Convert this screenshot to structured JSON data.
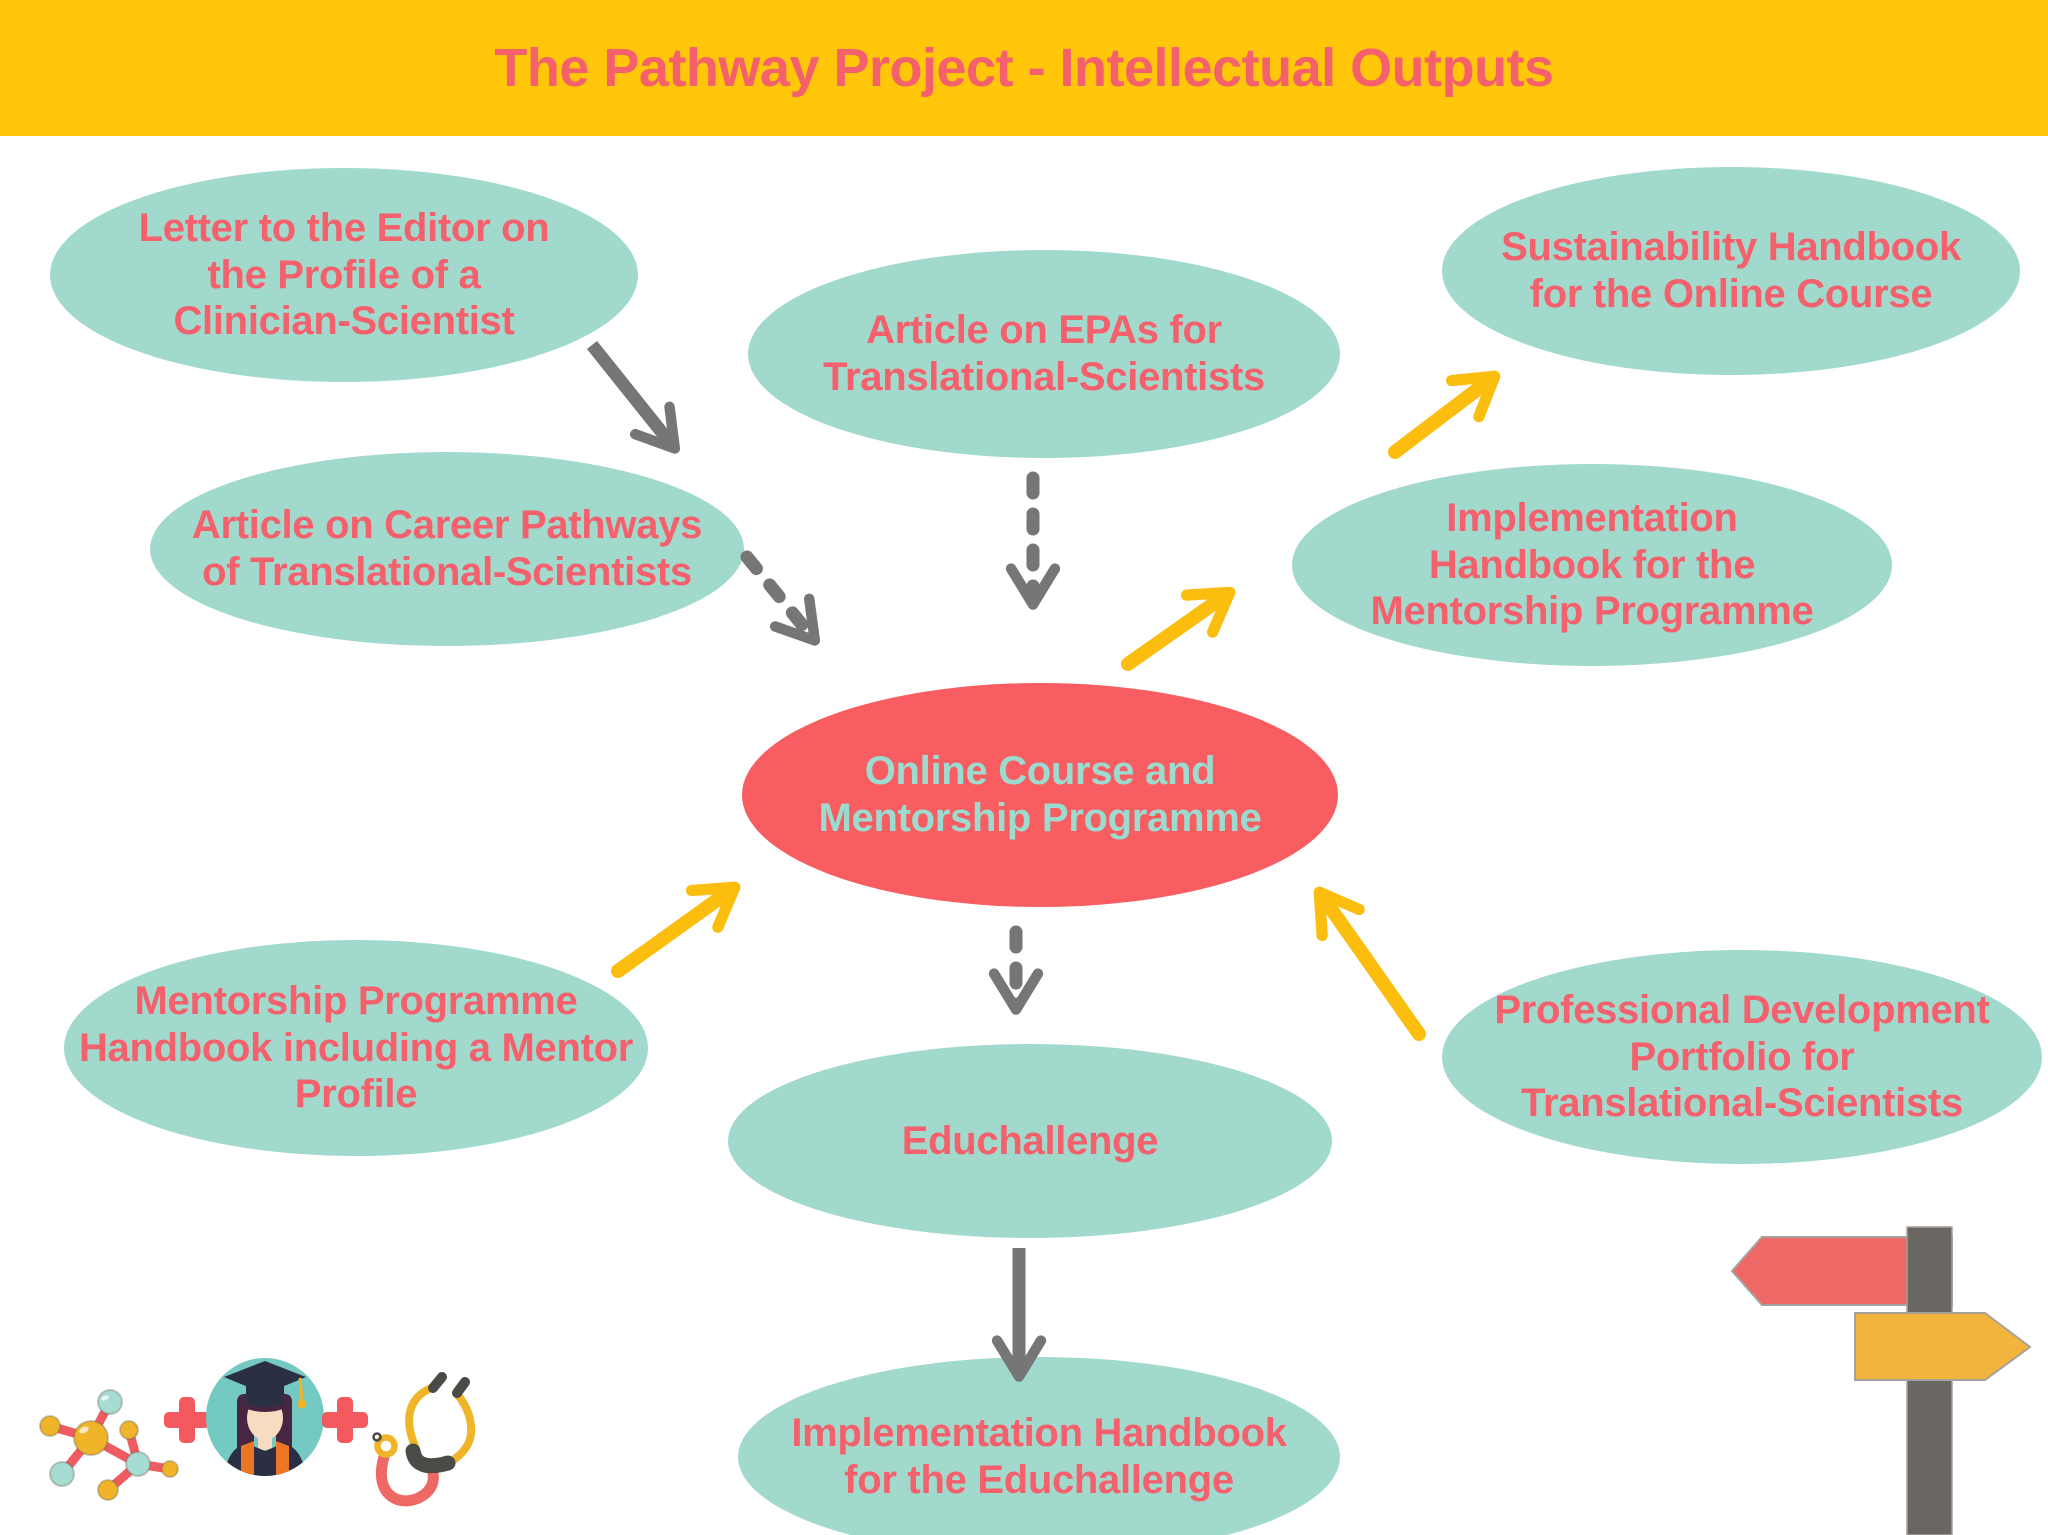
{
  "title": "The Pathway Project - Intellectual Outputs",
  "colors": {
    "header-yellow": "#FFC60A",
    "arrow-yellow": "#FBBD0E",
    "node-teal": "#A2D9CD",
    "node-red": "#F75D61",
    "text-pink": "#F4606B",
    "text-teal": "#9CDBCF",
    "arrow-gray": "#767676",
    "post-gray": "#6A6661",
    "sign-red": "#EE6966",
    "sign-yellow": "#F2B43D",
    "sign-outline": "#A5A29D",
    "icon-orange": "#F0B429",
    "plus-red": "#F4595F",
    "bond-red": "#EE5B60",
    "ball-teal": "#A7DCD3",
    "icon-dark": "#4A4A46",
    "avatar-teal": "#74CAC2",
    "icon-navy": "#2B2F44",
    "icon-purple": "#472642",
    "icon-skin": "#F8DCC2"
  },
  "nodes": {
    "letter_editor": {
      "label": "Letter to the Editor on\nthe Profile of a\nClinician-Scientist"
    },
    "article_epas": {
      "label": "Article on EPAs for\nTranslational-Scientists"
    },
    "sustainability_handbook": {
      "label": "Sustainability Handbook\nfor the Online Course"
    },
    "career_pathways": {
      "label": "Article on Career Pathways\nof Translational-Scientists"
    },
    "implementation_mentorship": {
      "label": "Implementation\nHandbook for the\nMentorship Programme"
    },
    "online_course": {
      "label": "Online Course and\nMentorship Programme"
    },
    "mentorship_handbook": {
      "label": "Mentorship Programme\nHandbook including a Mentor\nProfile"
    },
    "professional_portfolio": {
      "label": "Professional Development\nPortfolio for\nTranslational-Scientists"
    },
    "educhallenge": {
      "label": "Educhallenge"
    },
    "implementation_educhallenge": {
      "label": "Implementation Handbook\nfor the Educhallenge"
    }
  },
  "edges": [
    {
      "from": "letter_editor",
      "to": "career_pathways",
      "style": "solid",
      "color": "gray"
    },
    {
      "from": "career_pathways",
      "to": "online_course",
      "style": "dotted",
      "color": "gray"
    },
    {
      "from": "article_epas",
      "to": "online_course",
      "style": "dotted",
      "color": "gray"
    },
    {
      "from": "online_course",
      "to": "implementation_mentorship",
      "style": "solid",
      "color": "yellow"
    },
    {
      "from": "implementation_mentorship",
      "to": "sustainability_handbook",
      "style": "solid",
      "color": "yellow"
    },
    {
      "from": "mentorship_handbook",
      "to": "online_course",
      "style": "solid",
      "color": "yellow"
    },
    {
      "from": "professional_portfolio",
      "to": "online_course",
      "style": "solid",
      "color": "yellow"
    },
    {
      "from": "online_course",
      "to": "educhallenge",
      "style": "dotted",
      "color": "gray"
    },
    {
      "from": "educhallenge",
      "to": "implementation_educhallenge",
      "style": "solid",
      "color": "gray"
    }
  ],
  "icons": {
    "molecule": "molecule-icon",
    "plus_left": "plus-icon",
    "graduate": "graduate-icon",
    "plus_right": "plus-icon",
    "stethoscope": "stethoscope-icon",
    "signpost": "signpost-icon"
  }
}
